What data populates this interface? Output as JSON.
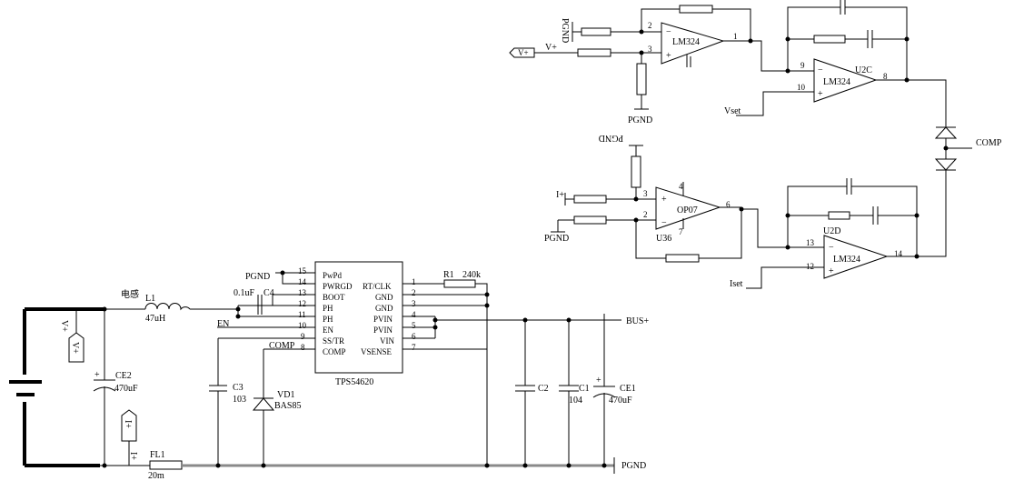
{
  "ic_main": {
    "name": "TPS54620",
    "left_pins": [
      {
        "name": "PwPd",
        "num": "15"
      },
      {
        "name": "PWRGD",
        "num": "14"
      },
      {
        "name": "BOOT",
        "num": "13"
      },
      {
        "name": "PH",
        "num": "12"
      },
      {
        "name": "PH",
        "num": "11"
      },
      {
        "name": "EN",
        "num": "10"
      },
      {
        "name": "SS/TR",
        "num": "9"
      },
      {
        "name": "COMP",
        "num": "8"
      }
    ],
    "right_pins": [
      {
        "name": "RT/CLK",
        "num": "1"
      },
      {
        "name": "GND",
        "num": "2"
      },
      {
        "name": "GND",
        "num": "3"
      },
      {
        "name": "PVIN",
        "num": "4"
      },
      {
        "name": "PVIN",
        "num": "5"
      },
      {
        "name": "VIN",
        "num": "6"
      },
      {
        "name": "VSENSE",
        "num": "7"
      }
    ]
  },
  "components": {
    "l1": {
      "ref": "L1",
      "value": "47uH",
      "note": "电感"
    },
    "c4": {
      "ref": "C4",
      "value": "0.1uF"
    },
    "c3": {
      "ref": "C3",
      "value": "103"
    },
    "vd1": {
      "ref": "VD1",
      "value": "BAS85"
    },
    "fl1": {
      "ref": "FL1",
      "value": "20m"
    },
    "ce2": {
      "ref": "CE2",
      "value": "470uF",
      "plus": "+"
    },
    "r1": {
      "ref": "R1",
      "value": "240k"
    },
    "c2": {
      "ref": "C2"
    },
    "c1": {
      "ref": "C1",
      "value": "104"
    },
    "ce1": {
      "ref": "CE1",
      "value": "470uF",
      "plus": "+"
    }
  },
  "nets": {
    "pgnd_top_ic": "PGND",
    "en": "EN",
    "comp_ic": "COMP",
    "bus": "BUS+",
    "pgnd_bottom": "PGND",
    "v_plus_in": "V+",
    "pgnd_u1_top": "PGND",
    "pgnd_u1_bottom": "PGND",
    "vset": "Vset",
    "comp_right": "COMP",
    "pgnd_u3": "PGND",
    "i_plus": "I+",
    "pgnd_u3_in": "PGND",
    "iset": "Iset",
    "v_plus_rot": "V+",
    "i_plus_rot": "I+",
    "v_plus_flag": "V+",
    "i_plus_flag": "I+",
    "vplus_port": "V+"
  },
  "opamps": {
    "u1": {
      "model": "LM324",
      "pin_minus": "2",
      "pin_plus": "3",
      "pin_out": "1",
      "sign_minus": "−",
      "sign_plus": "+"
    },
    "u2c": {
      "ref": "U2C",
      "model": "LM324",
      "pin_minus": "9",
      "pin_plus": "10",
      "pin_out": "8",
      "sign_minus": "−",
      "sign_plus": "+"
    },
    "u36": {
      "ref": "U36",
      "model": "OP07",
      "pin_plus": "3",
      "pin_minus": "2",
      "pin_out": "6",
      "pin_top": "4",
      "pin_bottom": "7",
      "sign_minus": "−",
      "sign_plus": "+"
    },
    "u2d": {
      "ref": "U2D",
      "model": "LM324",
      "pin_minus": "13",
      "pin_plus": "12",
      "pin_out": "14",
      "sign_minus": "−",
      "sign_plus": "+"
    }
  }
}
